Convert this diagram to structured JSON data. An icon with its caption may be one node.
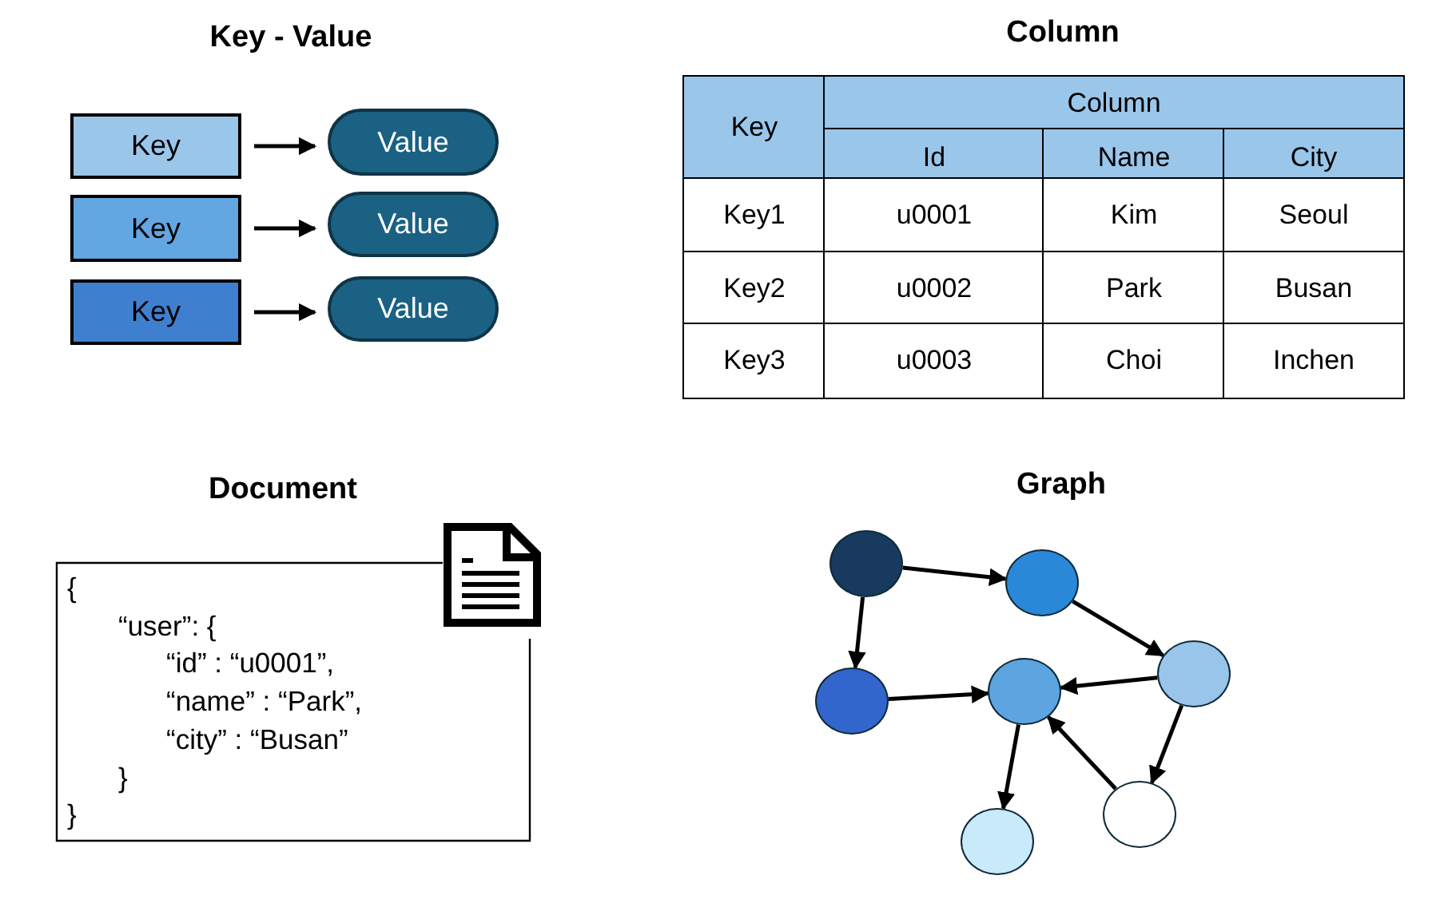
{
  "diagram": {
    "nodes": [
      {
        "text": [
          "Key"
        ]
      },
      {
        "text": [
          "Key"
        ]
      },
      {
        "text": [
          "Key"
        ]
      },
      {
        "text": [
          "Value"
        ]
      },
      {
        "text": [
          "Value"
        ]
      },
      {
        "text": [
          "Value"
        ]
      },
      {
        "text": [
          "{",
          "“user”: {",
          "“id” : “u0001”,",
          "“name” : “Park”,",
          "“city” : “Busan”",
          "}",
          "}"
        ]
      },
      {
        "text": [],
        "shape": "circle"
      },
      {
        "text": [],
        "shape": "circle"
      },
      {
        "text": [],
        "shape": "circle"
      },
      {
        "text": [],
        "shape": "circle"
      },
      {
        "text": [],
        "shape": "circle"
      },
      {
        "text": [],
        "shape": "circle"
      },
      {
        "text": [],
        "shape": "circle"
      }
    ],
    "edges": [
      {
        "from": 0,
        "to": 3,
        "arrow": "to"
      },
      {
        "from": 1,
        "to": 4,
        "arrow": "to"
      },
      {
        "from": 2,
        "to": 5,
        "arrow": "to"
      },
      {
        "from": 7,
        "to": 8,
        "arrow": "to"
      },
      {
        "from": 7,
        "to": 11,
        "arrow": "to"
      },
      {
        "from": 8,
        "to": 9,
        "arrow": "to"
      },
      {
        "from": 11,
        "to": 10,
        "arrow": "to"
      },
      {
        "from": 9,
        "to": 10,
        "arrow": "to"
      },
      {
        "from": 10,
        "to": 13,
        "arrow": "to"
      },
      {
        "from": 9,
        "to": 12,
        "arrow": "to"
      },
      {
        "from": 12,
        "to": 10,
        "arrow": "to"
      }
    ],
    "labels": [
      "Key - Value",
      "Column",
      "Key",
      "Column",
      "Id",
      "Name",
      "City",
      "Key1",
      "u0001",
      "Kim",
      "Seoul",
      "Key2",
      "u0002",
      "Park",
      "Busan",
      "Key3",
      "u0003",
      "Choi",
      "Inchen",
      "Document",
      "Graph"
    ]
  }
}
